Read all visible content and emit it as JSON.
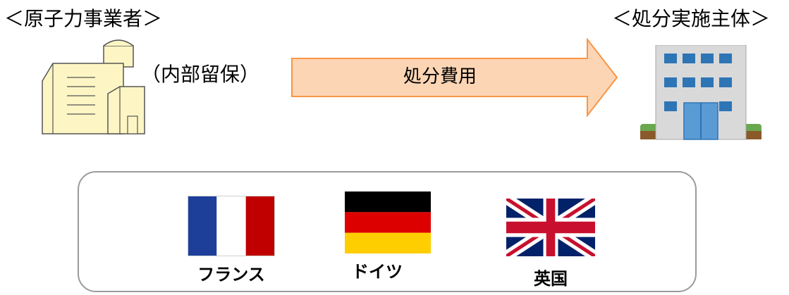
{
  "operator": {
    "label": "＜原子力事業者＞",
    "note": "（内部留保）"
  },
  "flow": {
    "label": "処分費用",
    "arrow_fill": "#fcd5b5",
    "arrow_stroke": "#f79646"
  },
  "implementer": {
    "label": "＜処分実施主体＞"
  },
  "countries": [
    {
      "label": "フランス",
      "flag": "france-flag",
      "colors": [
        "#1d3f9a",
        "#ffffff",
        "#c00000"
      ]
    },
    {
      "label": "ドイツ",
      "flag": "germany-flag",
      "colors": [
        "#000000",
        "#dd0000",
        "#ffce00"
      ]
    },
    {
      "label": "英国",
      "flag": "uk-flag",
      "colors": [
        "#012169",
        "#ffffff",
        "#c8102e"
      ]
    }
  ]
}
